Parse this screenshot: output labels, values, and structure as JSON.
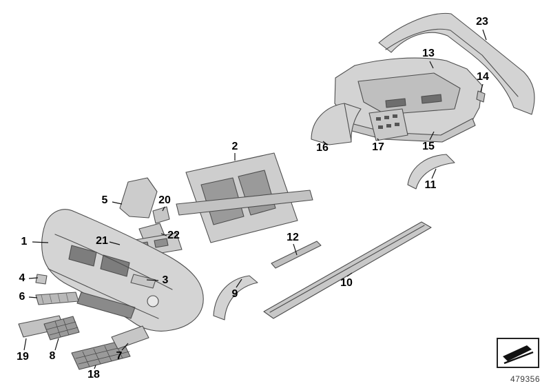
{
  "doc_number": "479356",
  "legend_icon": "wedge-icon",
  "callouts": [
    "1",
    "2",
    "3",
    "4",
    "5",
    "6",
    "7",
    "8",
    "9",
    "10",
    "11",
    "12",
    "13",
    "14",
    "15",
    "16",
    "17",
    "18",
    "19",
    "20",
    "21",
    "22",
    "23"
  ]
}
